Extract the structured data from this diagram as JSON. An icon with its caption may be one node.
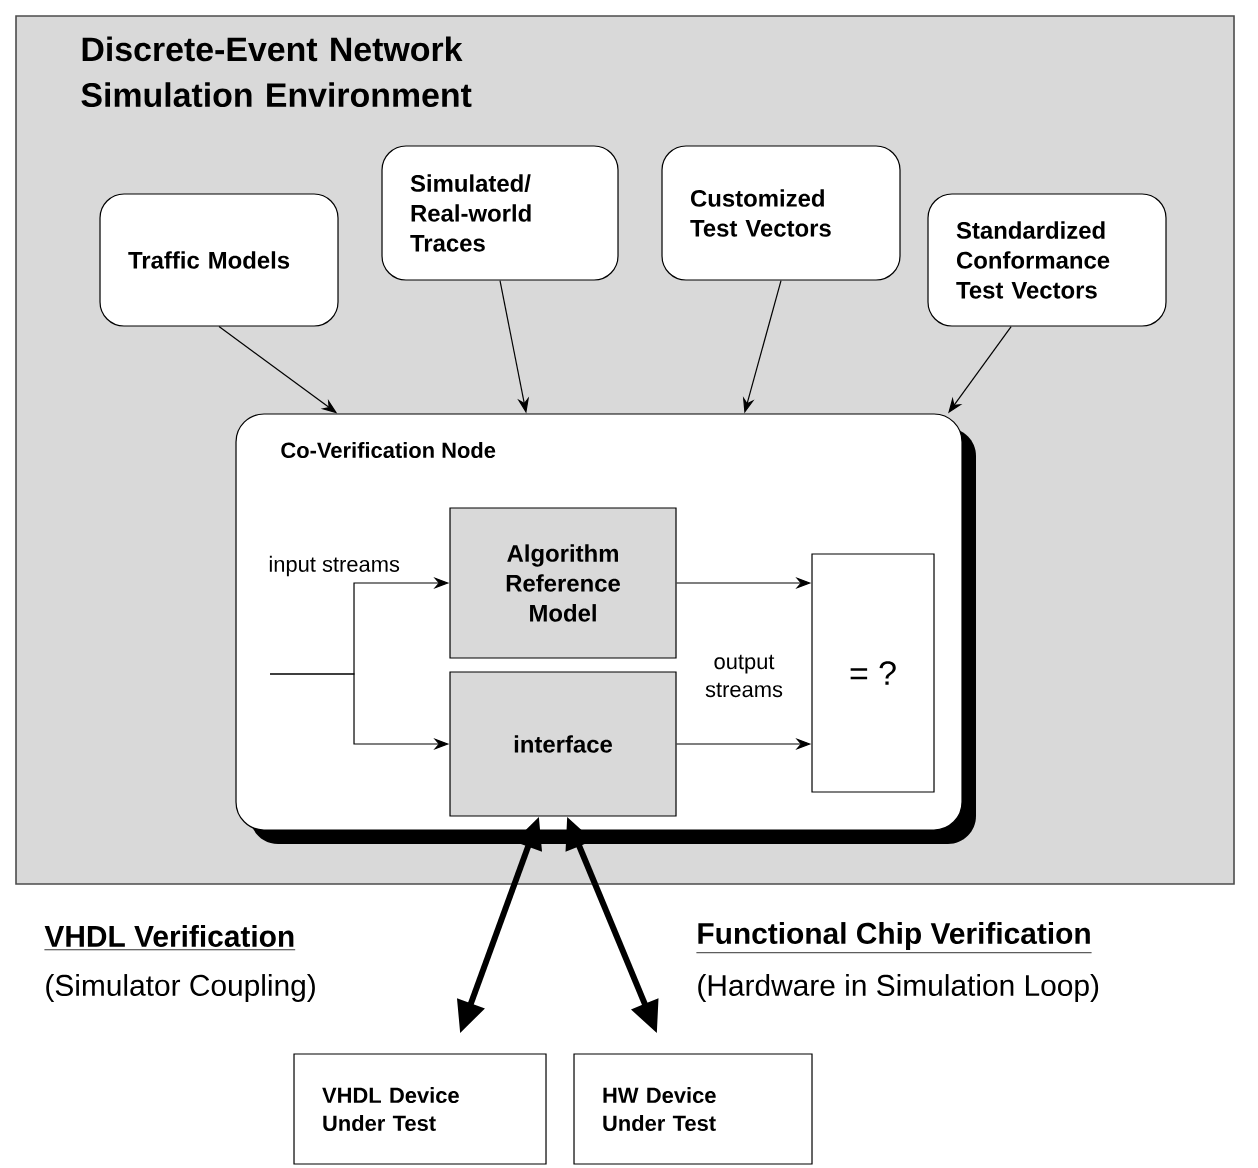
{
  "diagram": {
    "nodes": [
      {
        "text": [
          "Discrete-Event Network Simulation Environment"
        ]
      },
      {
        "text": [
          "Traffic Models"
        ],
        "in": 0
      },
      {
        "text": [
          "Simulated/ Real-world Traces"
        ],
        "in": 0
      },
      {
        "text": [
          "Customized Test Vectors"
        ],
        "in": 0
      },
      {
        "text": [
          "Standardized Conformance Test Vectors"
        ],
        "in": 0
      },
      {
        "text": [
          "Co-Verification Node"
        ],
        "in": 0
      },
      {
        "text": [
          "Algorithm Reference Model"
        ],
        "in": 5
      },
      {
        "text": [
          "interface"
        ],
        "in": 5
      },
      {
        "text": [
          "= ?"
        ],
        "in": 5
      },
      {
        "text": [
          "VHDL Device Under Test"
        ]
      },
      {
        "text": [
          "HW Device Under Test"
        ]
      }
    ],
    "edges": [
      {
        "from": 1,
        "to": 5,
        "arrow": "to"
      },
      {
        "from": 2,
        "to": 5,
        "arrow": "to"
      },
      {
        "from": 3,
        "to": 5,
        "arrow": "to"
      },
      {
        "from": 4,
        "to": 5,
        "arrow": "to"
      },
      {
        "from": null,
        "to": 6,
        "arrow": "to"
      },
      {
        "from": null,
        "to": 7,
        "arrow": "to"
      },
      {
        "from": 6,
        "to": 8,
        "arrow": "to"
      },
      {
        "from": 7,
        "to": 8,
        "arrow": "to"
      },
      {
        "from": 7,
        "to": 9,
        "arrow": "both",
        "style": "thick"
      },
      {
        "from": 7,
        "to": 10,
        "arrow": "both",
        "style": "thick"
      }
    ],
    "labels": [
      "input streams",
      "output streams",
      "VHDL Verification",
      "(Simulator Coupling)",
      "Functional Chip Verification",
      "(Hardware in Simulation Loop)"
    ]
  }
}
